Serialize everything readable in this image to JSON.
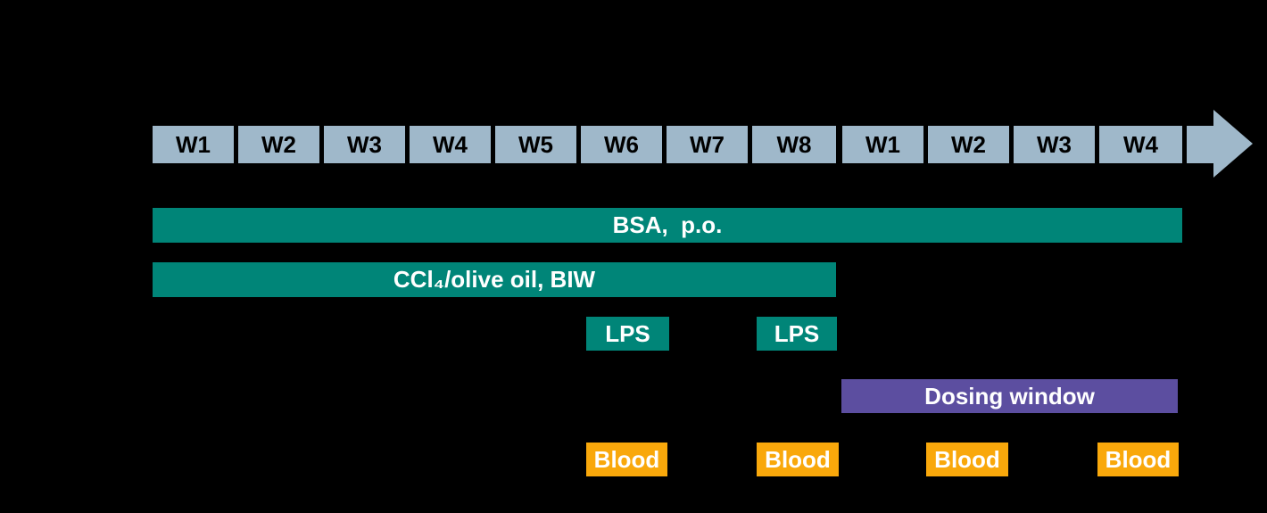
{
  "colors": {
    "background": "#000000",
    "steel": "#9FB8CA",
    "teal": "#008578",
    "purple": "#5C4EA0",
    "orange": "#F9A80B",
    "week-text": "#000000",
    "bar-text": "#FFFFFF"
  },
  "timeline": {
    "phase1_weeks": [
      "W1",
      "W2",
      "W3",
      "W4",
      "W5",
      "W6",
      "W7",
      "W8"
    ],
    "phase2_weeks": [
      "W1",
      "W2",
      "W3",
      "W4"
    ],
    "arrow_icon": "right-arrow"
  },
  "bars": {
    "bsa": {
      "label": "BSA,  p.o.",
      "starts_at": "phase1 W1",
      "ends_at": "phase2 W4"
    },
    "ccl4": {
      "label": "CCl₄/olive oil, BIW",
      "starts_at": "phase1 W1",
      "ends_at": "phase1 W8"
    },
    "lps": [
      {
        "label": "LPS",
        "at_week": "phase1 W6"
      },
      {
        "label": "LPS",
        "at_week": "phase1 W8"
      }
    ],
    "dosing": {
      "label": "Dosing window",
      "starts_at": "phase2 W1",
      "ends_at": "phase2 W4"
    },
    "blood": [
      {
        "label": "Blood",
        "at_week": "phase1 W6"
      },
      {
        "label": "Blood",
        "at_week": "phase1 W8"
      },
      {
        "label": "Blood",
        "at_week": "phase2 W2"
      },
      {
        "label": "Blood",
        "at_week": "phase2 W4"
      }
    ]
  }
}
